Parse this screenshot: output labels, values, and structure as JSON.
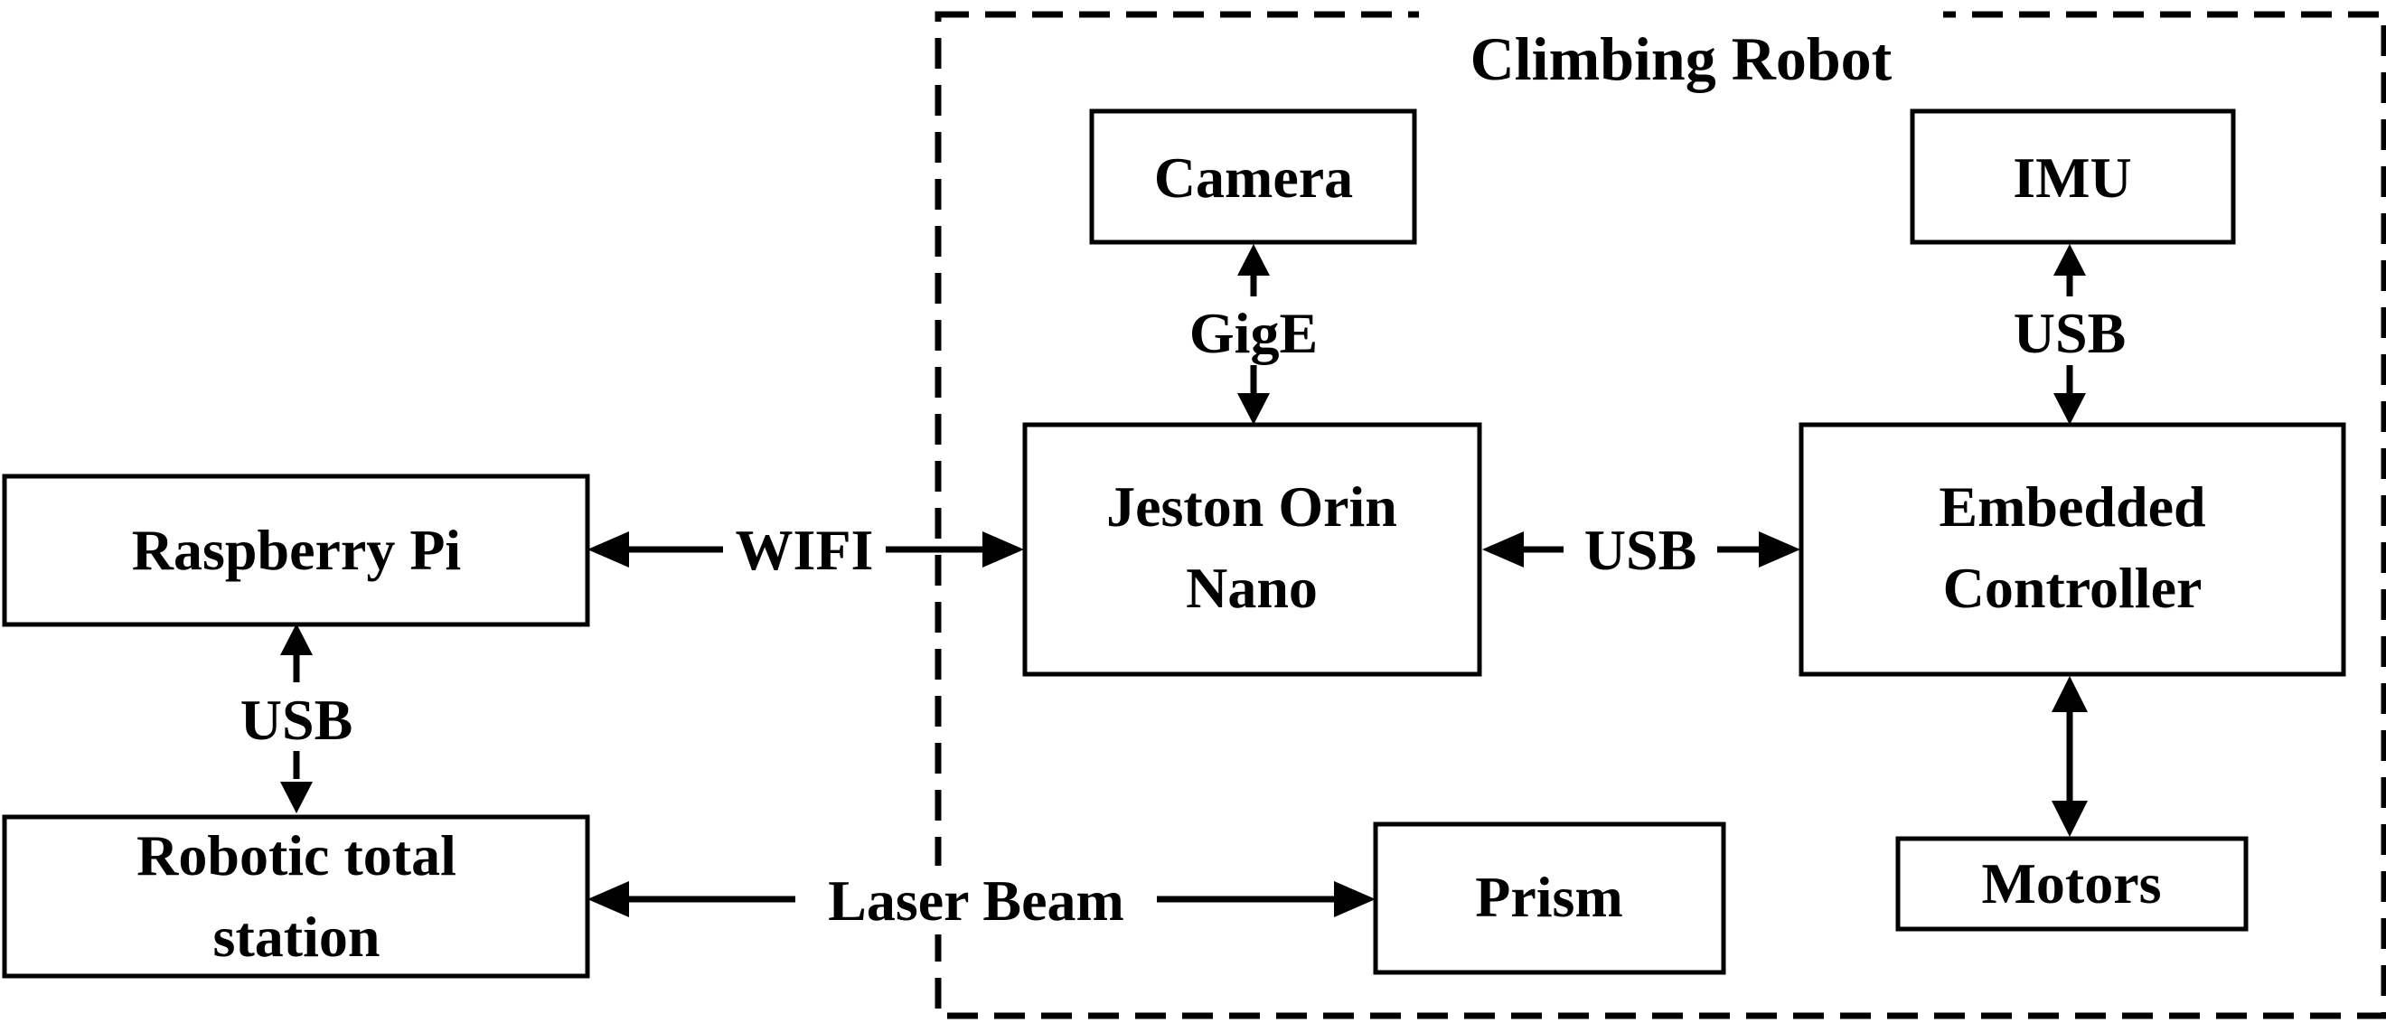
{
  "group": {
    "title": "Climbing Robot"
  },
  "nodes": {
    "raspberry_pi": [
      "Raspberry Pi"
    ],
    "total_station": [
      "Robotic total",
      "station"
    ],
    "camera": [
      "Camera"
    ],
    "imu": [
      "IMU"
    ],
    "jetson": [
      "Jeston Orin",
      "Nano"
    ],
    "controller": [
      "Embedded",
      "Controller"
    ],
    "prism": [
      "Prism"
    ],
    "motors": [
      "Motors"
    ]
  },
  "connections": {
    "pi_station": "USB",
    "pi_jetson": "WIFI",
    "camera_jetson": "GigE",
    "jetson_controller": "USB",
    "imu_controller": "USB",
    "station_prism": "Laser Beam",
    "controller_motors": ""
  },
  "colors": {
    "stroke": "#000000",
    "background": "#ffffff"
  }
}
